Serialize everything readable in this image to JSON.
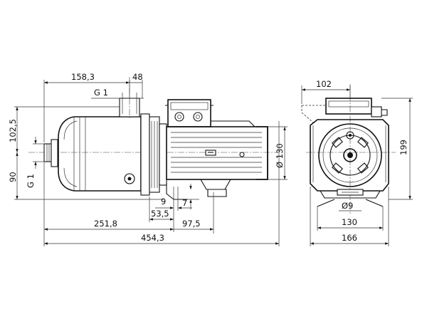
{
  "dimensions": {
    "d158_3": "158,3",
    "d48": "48",
    "g1_top": "G 1",
    "d102_5": "102,5",
    "d90": "90",
    "g1_side": "G 1",
    "d9": "9",
    "d7": "7",
    "d53_5": "53,5",
    "d251_8": "251,8",
    "d97_5": "97,5",
    "d454_3": "454,3",
    "d130_dia": "Ø 130",
    "d102": "102",
    "d199": "199",
    "d9_dia": "Ø9",
    "d130": "130",
    "d166": "166"
  }
}
